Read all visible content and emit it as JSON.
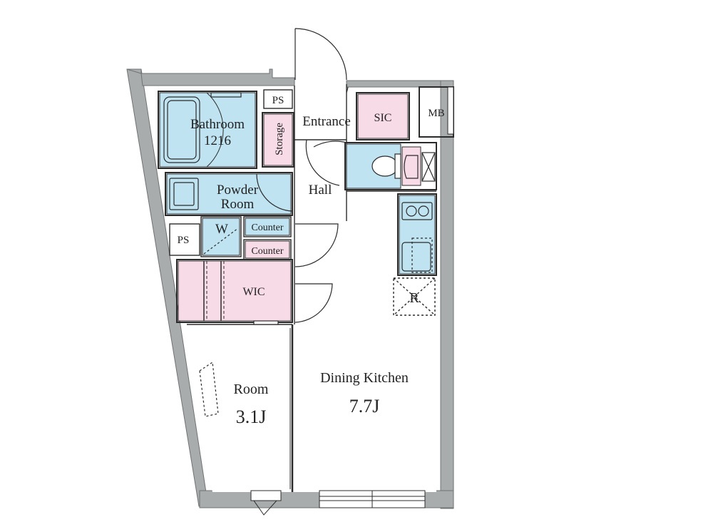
{
  "rooms": {
    "bathroom": {
      "name": "Bathroom",
      "size": "1216"
    },
    "powder_room": {
      "line1": "Powder",
      "line2": "Room"
    },
    "storage": "Storage",
    "entrance": "Entrance",
    "sic": "SIC",
    "mb": "MB",
    "hall": "Hall",
    "ps_top": "PS",
    "ps_left": "PS",
    "washer": "W",
    "counter_upper": "Counter",
    "counter_lower": "Counter",
    "wic": "WIC",
    "fridge": "R",
    "room": {
      "name": "Room",
      "size": "3.1J"
    },
    "dining_kitchen": {
      "name": "Dining Kitchen",
      "size": "7.7J"
    }
  },
  "colors": {
    "wall": "#a9acad",
    "wall_edge": "#6f7273",
    "wet_area": "#bfe3f1",
    "storage_area": "#f7dbe6",
    "line": "#2b2b2b"
  }
}
